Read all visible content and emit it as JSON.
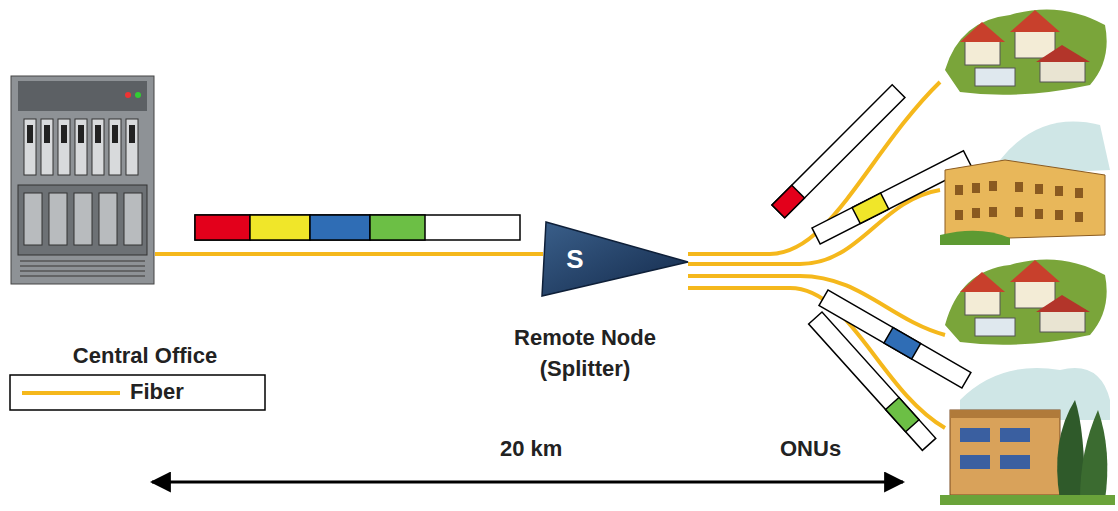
{
  "diagram": {
    "nodes": [
      {
        "text": [
          "Central Office"
        ]
      },
      {
        "text": [
          "S",
          "Remote Node (Splitter)"
        ]
      }
    ],
    "edges": [
      {
        "from": 0,
        "to": 1,
        "arrow": "none"
      }
    ],
    "labels": [
      "20 km",
      "ONUs"
    ],
    "legend": [
      {
        "text": "Fiber"
      }
    ]
  }
}
